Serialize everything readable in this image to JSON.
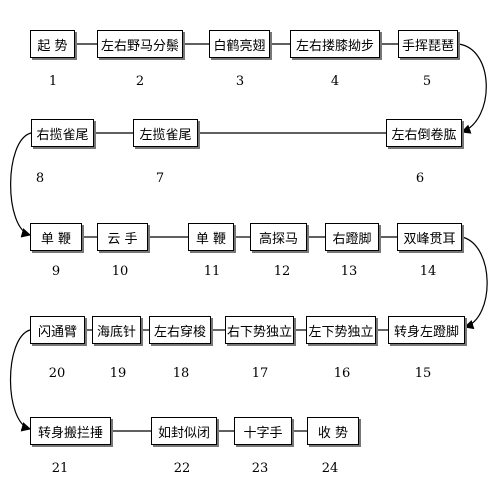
{
  "steps": [
    {
      "n": "1",
      "label": "起  势"
    },
    {
      "n": "2",
      "label": "左右野马分鬃"
    },
    {
      "n": "3",
      "label": "白鹤亮翅"
    },
    {
      "n": "4",
      "label": "左右搂膝拗步"
    },
    {
      "n": "5",
      "label": "手挥琵琶"
    },
    {
      "n": "6",
      "label": "左右倒卷肱"
    },
    {
      "n": "7",
      "label": "左揽雀尾"
    },
    {
      "n": "8",
      "label": "右揽雀尾"
    },
    {
      "n": "9",
      "label": "单  鞭"
    },
    {
      "n": "10",
      "label": "云  手"
    },
    {
      "n": "11",
      "label": "单  鞭"
    },
    {
      "n": "12",
      "label": "高探马"
    },
    {
      "n": "13",
      "label": "右蹬脚"
    },
    {
      "n": "14",
      "label": "双峰贯耳"
    },
    {
      "n": "15",
      "label": "转身左蹬脚"
    },
    {
      "n": "16",
      "label": "左下势独立"
    },
    {
      "n": "17",
      "label": "右下势独立"
    },
    {
      "n": "18",
      "label": "左右穿梭"
    },
    {
      "n": "19",
      "label": "海底针"
    },
    {
      "n": "20",
      "label": "闪通臂"
    },
    {
      "n": "21",
      "label": "转身搬拦捶"
    },
    {
      "n": "22",
      "label": "如封似闭"
    },
    {
      "n": "23",
      "label": "十字手"
    },
    {
      "n": "24",
      "label": "收  势"
    }
  ]
}
